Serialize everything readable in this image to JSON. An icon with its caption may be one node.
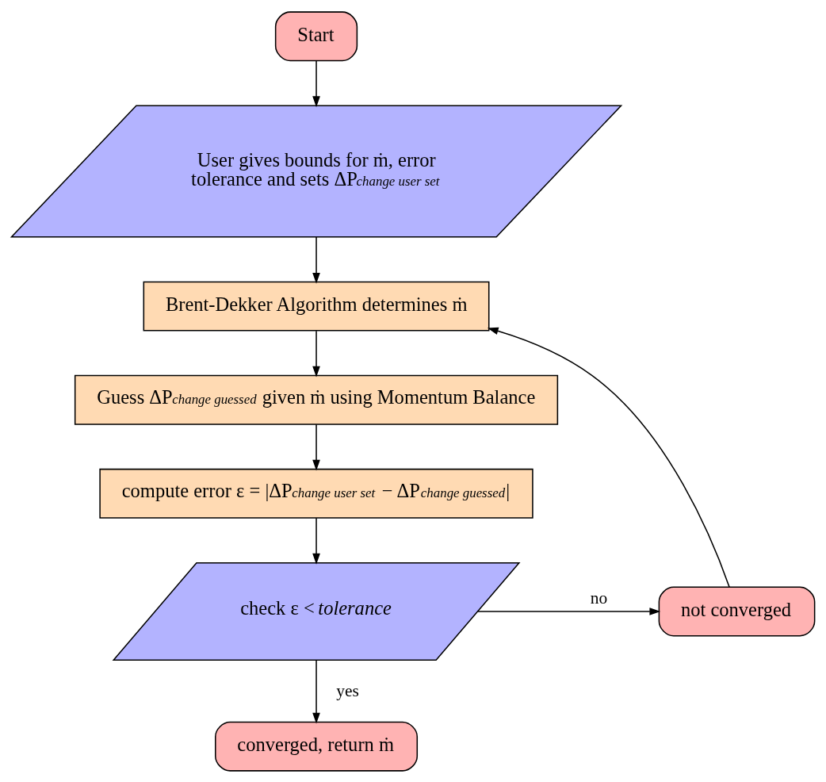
{
  "diagram": {
    "nodes": [
      {
        "text": [
          "Start"
        ]
      },
      {
        "text": [
          "User gives bounds for ṁ, error tolerance and sets ΔP$_{change user set}$"
        ]
      },
      {
        "text": [
          "Brent-Dekker Algorithm determines ṁ"
        ]
      },
      {
        "text": [
          "Guess ΔP$_{change guessed}$ given ṁ using Momentum Balance"
        ]
      },
      {
        "text": [
          "compute error ε = |ΔP$_{change user set}$ − ΔP$_{change guessed}$|"
        ]
      },
      {
        "text": [
          "check ε < *tolerance*"
        ]
      },
      {
        "text": [
          "not converged"
        ]
      },
      {
        "text": [
          "converged, return ṁ"
        ]
      }
    ],
    "edges": [
      {
        "from": 0,
        "to": 1,
        "arrow": "to"
      },
      {
        "from": 1,
        "to": 2,
        "arrow": "to"
      },
      {
        "from": 2,
        "to": 3,
        "arrow": "to"
      },
      {
        "from": 3,
        "to": 4,
        "arrow": "to"
      },
      {
        "from": 4,
        "to": 5,
        "arrow": "to"
      },
      {
        "from": 5,
        "to": 6,
        "arrow": "to",
        "label": "no"
      },
      {
        "from": 6,
        "to": 2,
        "arrow": "to"
      },
      {
        "from": 5,
        "to": 7,
        "arrow": "to",
        "label": "yes"
      }
    ]
  }
}
